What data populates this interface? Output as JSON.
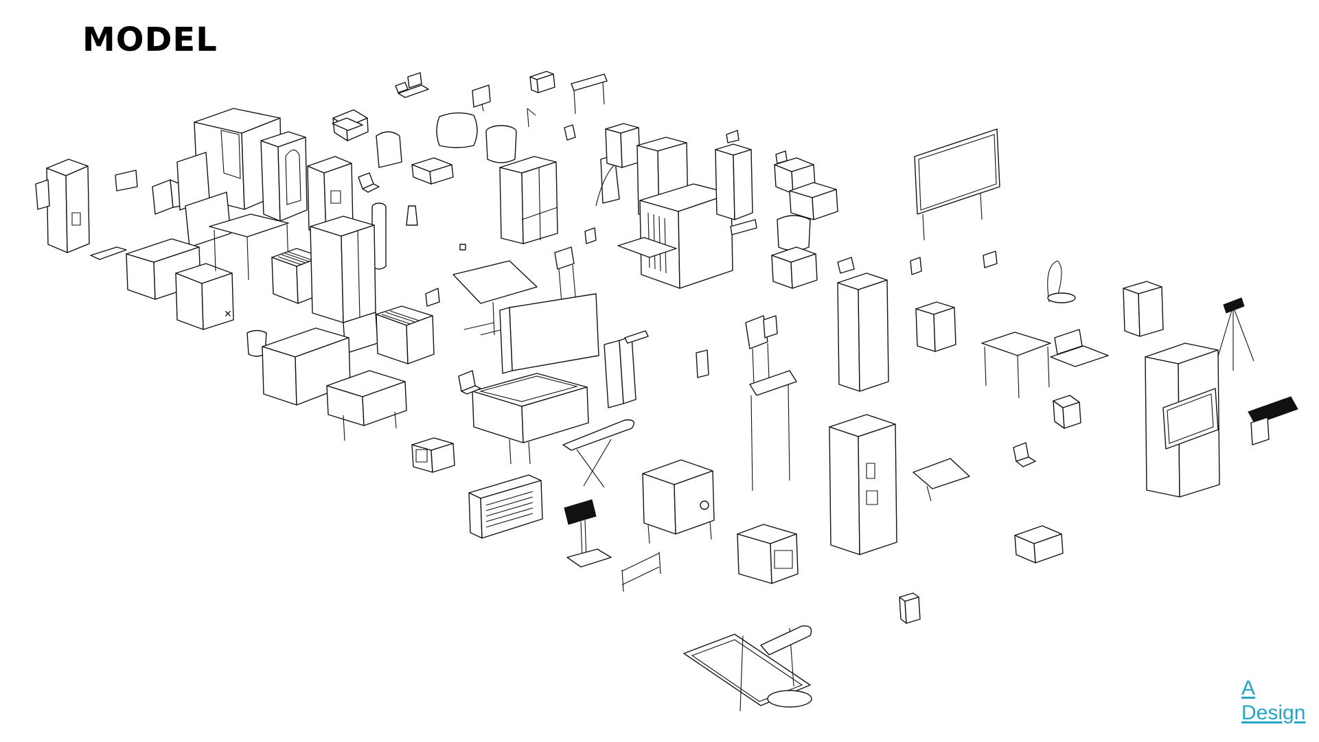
{
  "title": "MODEL",
  "logo": {
    "line1": "A",
    "line2": "Design"
  },
  "colors": {
    "background": "#ffffff",
    "ink": "#111111",
    "logo": "#22a6c7"
  }
}
